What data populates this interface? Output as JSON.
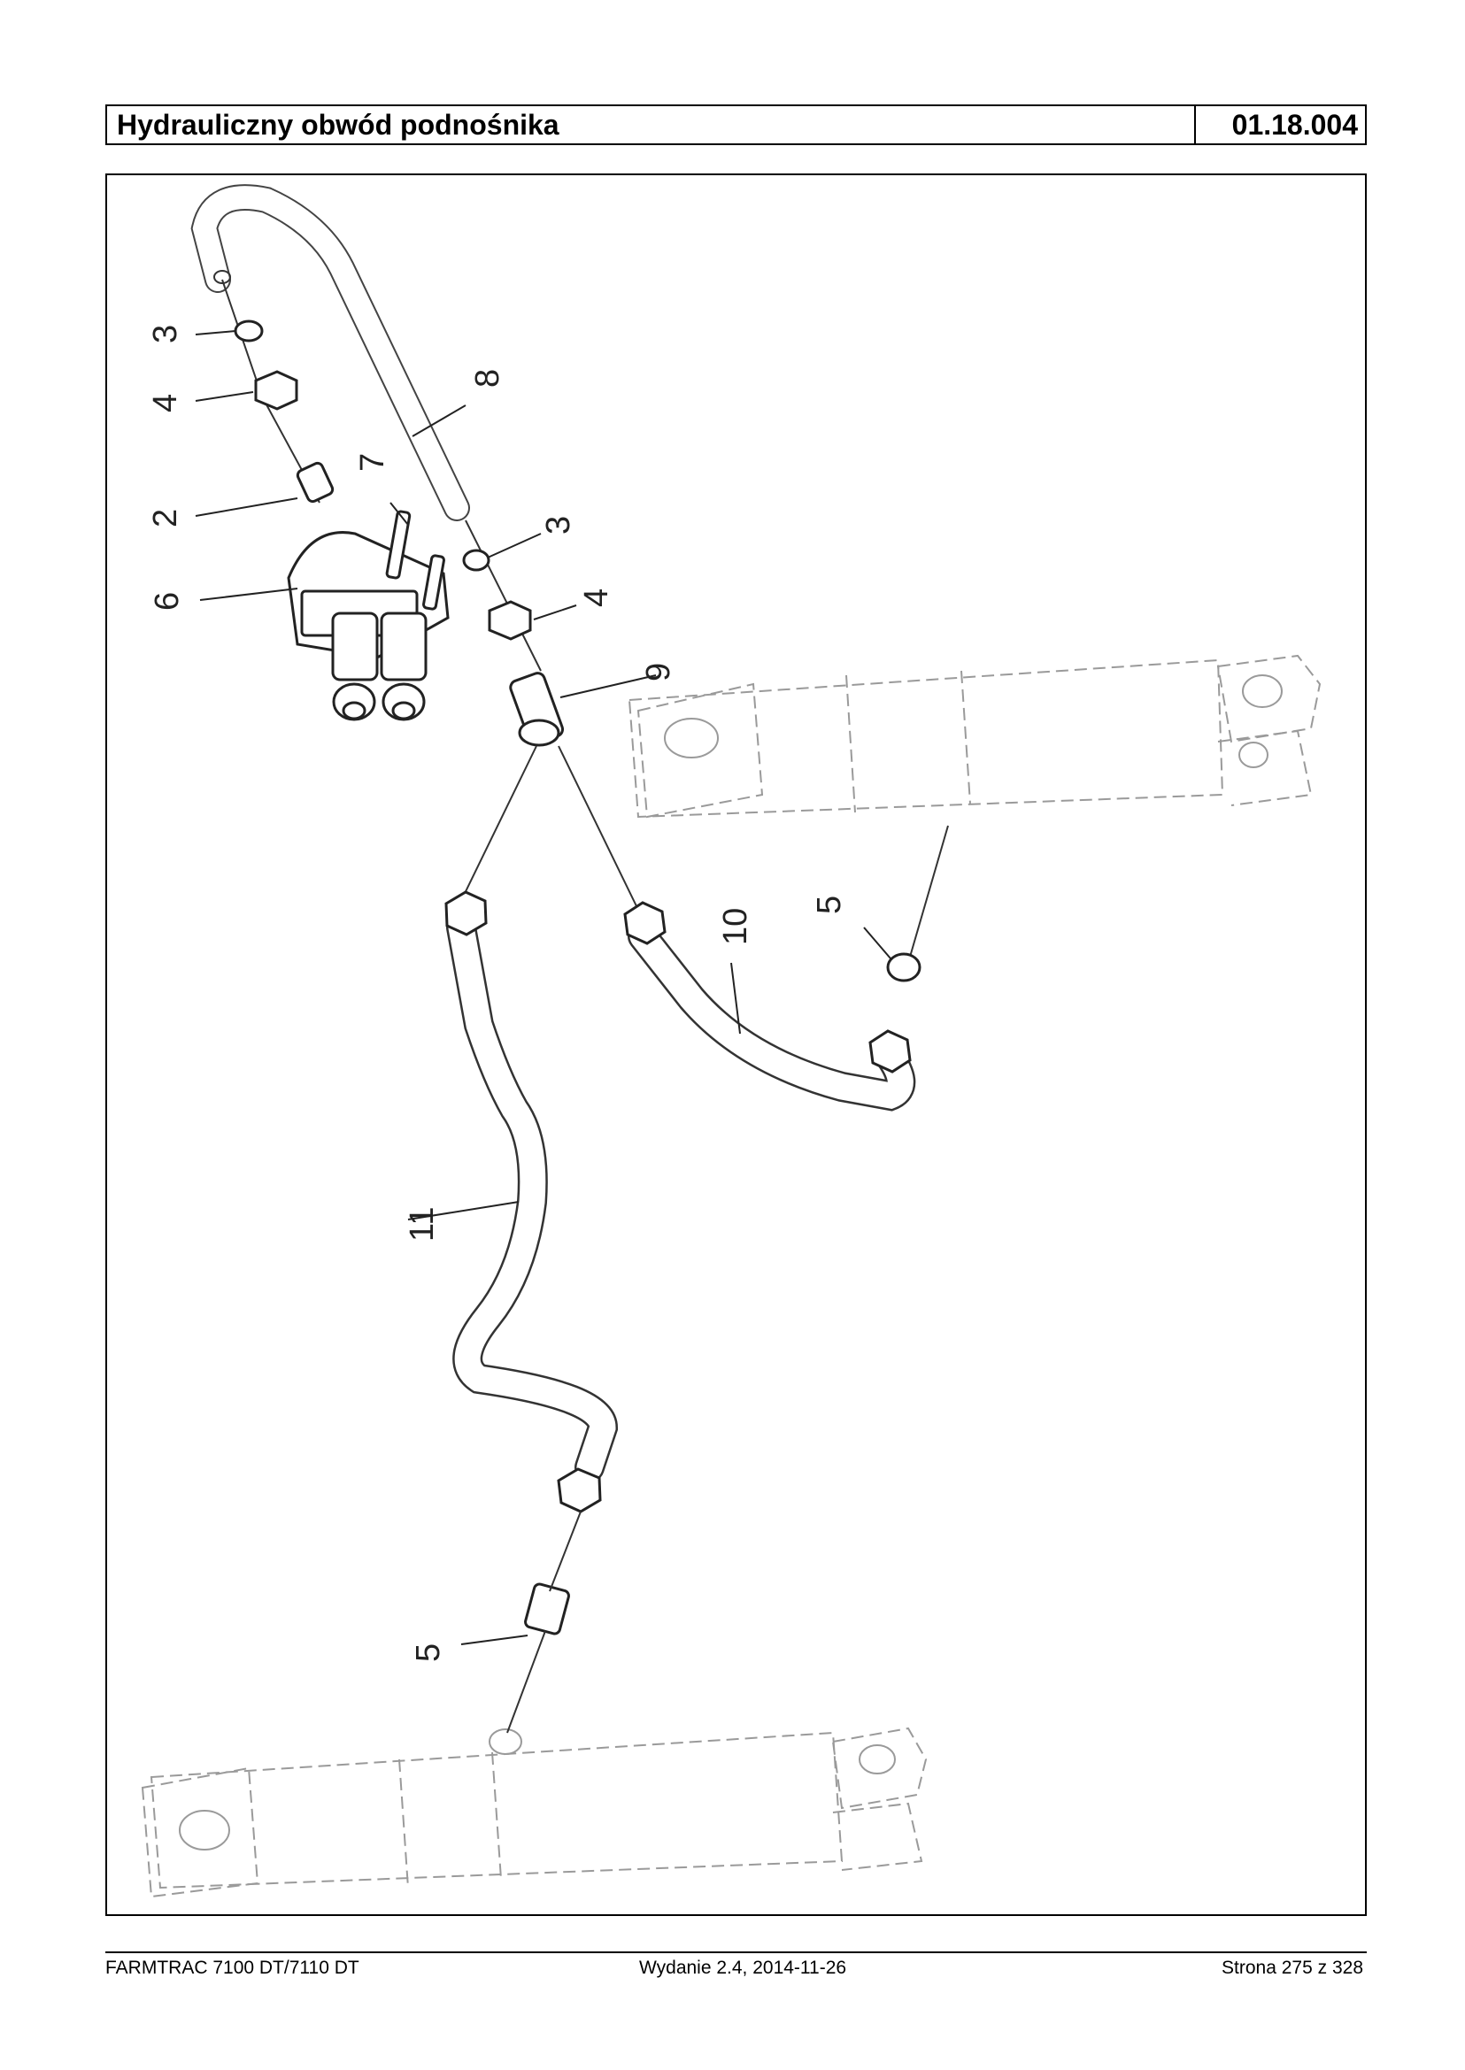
{
  "header": {
    "title": "Hydrauliczny obwód podnośnika",
    "code": "01.18.004"
  },
  "diagram": {
    "part_labels": [
      {
        "id": "3a",
        "text": "3"
      },
      {
        "id": "4a",
        "text": "4"
      },
      {
        "id": "2",
        "text": "2"
      },
      {
        "id": "6",
        "text": "6"
      },
      {
        "id": "7",
        "text": "7"
      },
      {
        "id": "8",
        "text": "8"
      },
      {
        "id": "3b",
        "text": "3"
      },
      {
        "id": "4b",
        "text": "4"
      },
      {
        "id": "9",
        "text": "9"
      },
      {
        "id": "10",
        "text": "10"
      },
      {
        "id": "5a",
        "text": "5"
      },
      {
        "id": "11",
        "text": "11"
      },
      {
        "id": "5b",
        "text": "5"
      }
    ]
  },
  "footer": {
    "model": "FARMTRAC 7100 DT/7110 DT",
    "edition": "Wydanie 2.4,  2014-11-26",
    "page": "Strona 275 z 328"
  }
}
